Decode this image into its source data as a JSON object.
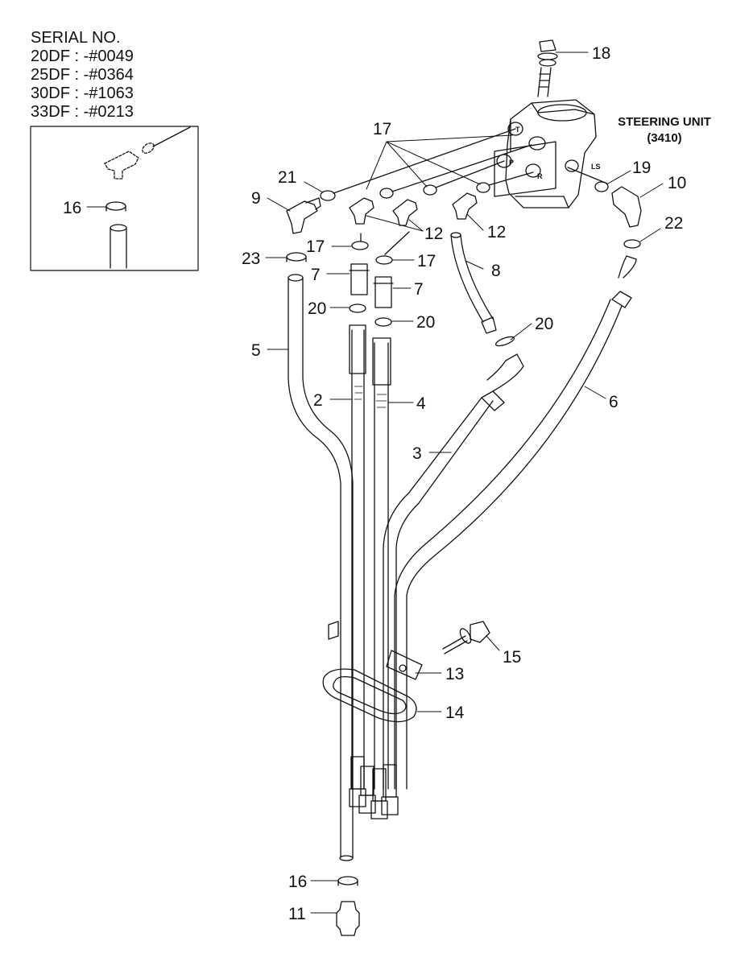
{
  "serial": {
    "title": "SERIAL NO.",
    "lines": [
      "20DF : -#0049",
      "25DF : -#0364",
      "30DF : -#1063",
      "33DF : -#0213"
    ]
  },
  "unit": {
    "name": "STEERING UNIT",
    "code": "(3410)"
  },
  "ports": {
    "t": "T",
    "p": "P",
    "r": "R",
    "ls": "LS"
  },
  "callouts": {
    "c18": "18",
    "c17a": "17",
    "c21": "21",
    "c9": "9",
    "c12a": "12",
    "c12b": "12",
    "c19": "19",
    "c10": "10",
    "c22": "22",
    "c16a": "16",
    "c17b": "17",
    "c17c": "17",
    "c23": "23",
    "c7a": "7",
    "c7b": "7",
    "c8": "8",
    "c20a": "20",
    "c20b": "20",
    "c20c": "20",
    "c5": "5",
    "c2": "2",
    "c4": "4",
    "c6": "6",
    "c3": "3",
    "c15": "15",
    "c13": "13",
    "c14": "14",
    "c16b": "16",
    "c11": "11"
  }
}
